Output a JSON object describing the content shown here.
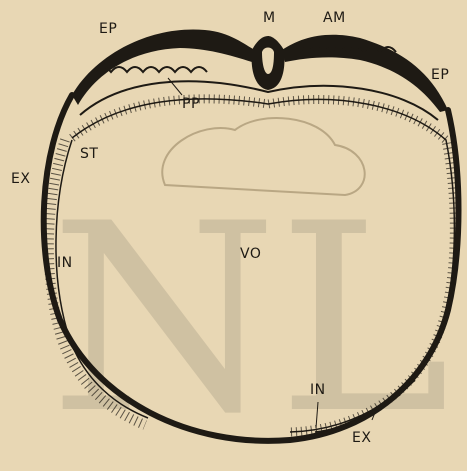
{
  "figure": {
    "labels": {
      "ep_left": "EP",
      "m": "M",
      "am": "AM",
      "ep_right": "EP",
      "pp": "PP",
      "st": "ST",
      "ex_left": "EX",
      "vo": "VO",
      "in_left": "IN",
      "in_bottom": "IN",
      "ex_bottom": "EX"
    },
    "watermark": "NL"
  },
  "colors": {
    "paper": "#e8d7b4",
    "ink": "#1e1a14",
    "watermark": "#7c7566"
  }
}
